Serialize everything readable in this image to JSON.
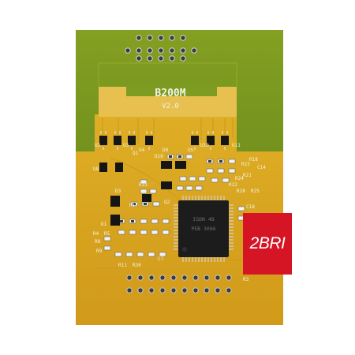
{
  "board": {
    "model": "B200M",
    "version": "V2.0",
    "chip_marking": "ISDN 4B\nPEB 3086"
  },
  "badge": {
    "label": "2BRI",
    "color": "#d51424"
  },
  "silkscreen": {
    "U2": "U2",
    "U3": "U3",
    "U4": "U4",
    "U5": "U5",
    "U10": "U10",
    "U11": "U11",
    "U8": "U8",
    "D9": "D9",
    "D10": "D10",
    "D3": "D3",
    "D1": "D1",
    "Q1": "Q1",
    "Q2": "Q2",
    "R23": "R23",
    "R18": "R18",
    "R21": "R21",
    "R22": "R22",
    "R24": "R24",
    "R25": "R25",
    "R28": "R28",
    "R33": "R33",
    "R5": "R5",
    "R8": "R8",
    "R9": "R9",
    "R3": "R3",
    "R4": "R4",
    "C14": "C14",
    "C18": "C18",
    "C7": "C7",
    "R11": "R11",
    "R17": "R17",
    "R30": "R30"
  },
  "colors": {
    "board_gold": "#d9a81e",
    "board_green": "#7f9c22",
    "chip": "#1a1a1a"
  }
}
